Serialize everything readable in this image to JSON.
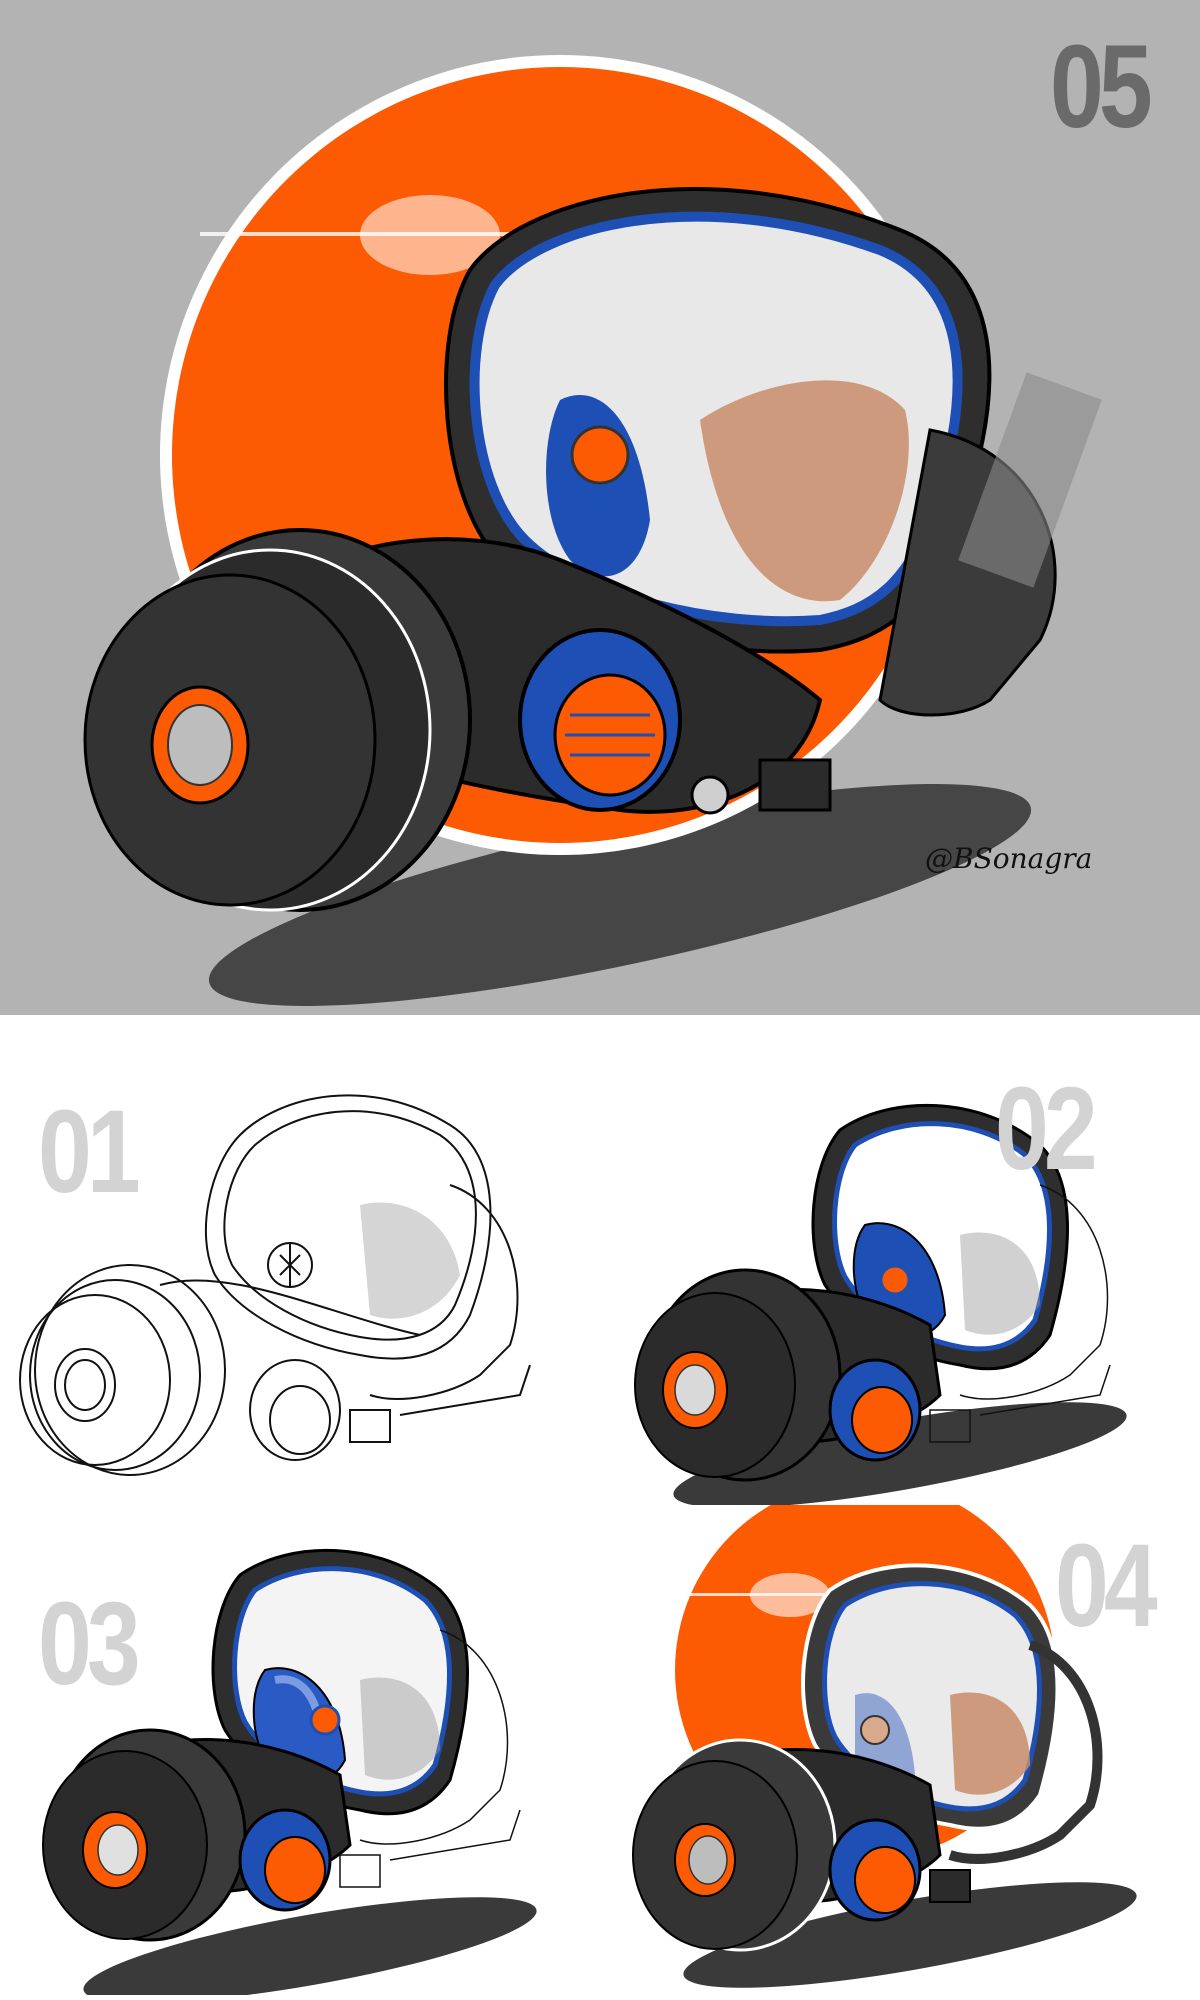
{
  "hero": {
    "step_label": "05",
    "signature": "@BSonagra",
    "background_color": "#b3b3b3",
    "accent_circle_color": "#fc5a03",
    "description": "Fully rendered full-face respirator mask with orange circle backdrop"
  },
  "steps": [
    {
      "label": "01",
      "description": "Line art sketch"
    },
    {
      "label": "02",
      "description": "Flat base colors"
    },
    {
      "label": "03",
      "description": "Shading and highlights"
    },
    {
      "label": "04",
      "description": "Textures with orange backdrop"
    }
  ],
  "colors": {
    "orange": "#fc5a03",
    "blue": "#1e4fb5",
    "dark": "#2e2e2e",
    "number_gray": "#d3d3d3",
    "hero_number": "#6a6a6a"
  }
}
